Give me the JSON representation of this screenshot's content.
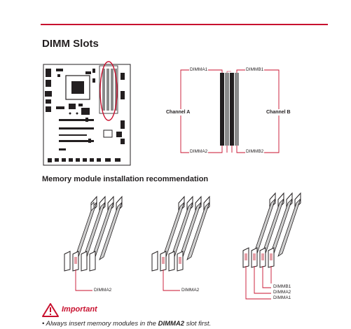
{
  "title": "DIMM Slots",
  "subtitle": "Memory module installation recommendation",
  "slot_diagram": {
    "channel_a": "Channel A",
    "channel_b": "Channel B",
    "dimma1": "DIMMA1",
    "dimma2": "DIMMA2",
    "dimmb1": "DIMMB1",
    "dimmb2": "DIMMB2"
  },
  "recommendations": [
    {
      "labels": [
        "DIMMA2"
      ]
    },
    {
      "labels": [
        "DIMMA2"
      ]
    },
    {
      "labels": [
        "DIMMB1",
        "DIMMA2",
        "DIMMA1"
      ]
    }
  ],
  "important": {
    "heading": "Important",
    "note_prefix": "Always insert memory modules in the ",
    "note_slot": "DIMMA2",
    "note_suffix": " slot first."
  },
  "colors": {
    "accent": "#c8102e",
    "text": "#231f20",
    "gray": "#8a8a8a"
  }
}
